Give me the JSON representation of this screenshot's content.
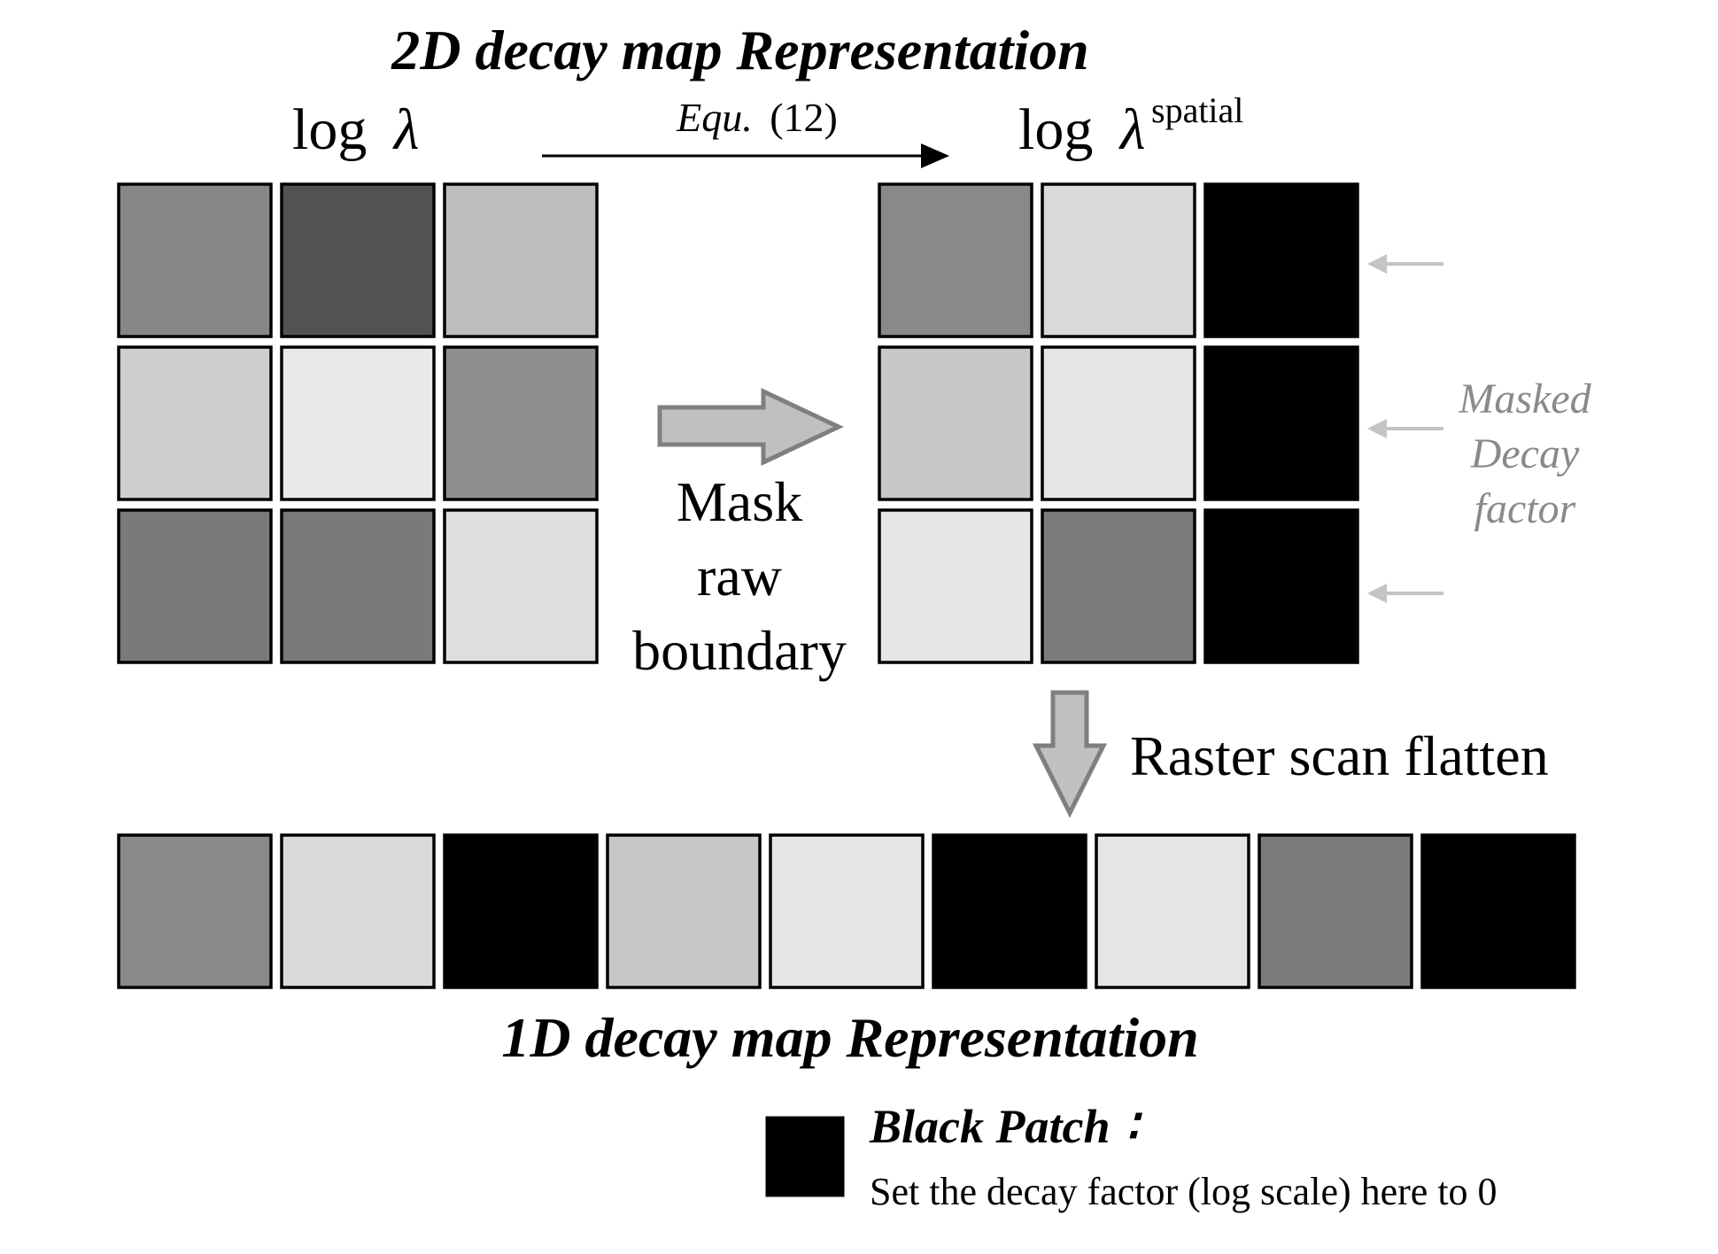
{
  "title_2d": "2D decay map Representation",
  "title_1d": "1D decay map Representation",
  "left_grid": {
    "label_main": "log",
    "label_symbol": "λ",
    "cells": [
      "#878787",
      "#525252",
      "#bdbdbd",
      "#cfcfcf",
      "#e9e9e9",
      "#8f8f8f",
      "#7a7a7a",
      "#7a7a7a",
      "#dedede"
    ]
  },
  "right_grid": {
    "label_main": "log",
    "label_symbol": "λ",
    "label_sup": "spatial",
    "cells": [
      "#898989",
      "#d9d9d9",
      "#000000",
      "#c7c7c7",
      "#e6e6e6",
      "#000000",
      "#e6e6e6",
      "#7b7b7b",
      "#000000"
    ]
  },
  "equation_arrow": {
    "label_italic": "Equ.",
    "label_rest": "(12)"
  },
  "mask_step": {
    "lines": [
      "Mask",
      "raw",
      "boundary"
    ]
  },
  "masked_annotation": {
    "lines": [
      "Masked",
      "Decay",
      "factor"
    ],
    "color": "#8a8a8a",
    "arrow_color": "#c4c4c4"
  },
  "flatten_step": {
    "label": "Raster scan flatten"
  },
  "sequence": {
    "cells": [
      "#898989",
      "#d9d9d9",
      "#000000",
      "#c7c7c7",
      "#e6e6e6",
      "#000000",
      "#e6e6e6",
      "#7b7b7b",
      "#000000"
    ]
  },
  "legend": {
    "title": "Black Patch",
    "title_suffix": "∶",
    "description": "Set the decay factor (log scale) here to 0",
    "swatch_color": "#000000"
  },
  "block_arrow_fill": "#c0c0c0",
  "block_arrow_stroke": "#7f7f7f"
}
